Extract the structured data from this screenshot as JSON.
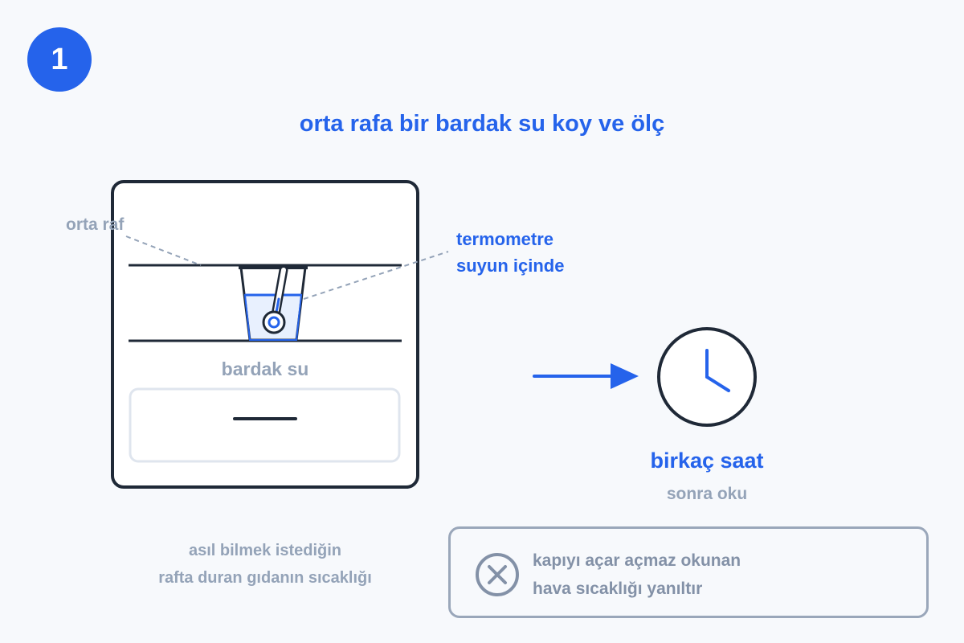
{
  "step": {
    "number": "1"
  },
  "title": "orta rafa bir bardak su koy ve ölç",
  "fridge": {
    "shelf_label": "orta raf",
    "thermometer_label_line1": "termometre",
    "thermometer_label_line2": "suyun içinde",
    "cup_label": "bardak su"
  },
  "timer": {
    "duration_label": "birkaç saat",
    "action_label": "sonra oku"
  },
  "note": {
    "line1": "asıl bilmek istediğin",
    "line2": "rafta duran gıdanın sıcaklığı"
  },
  "warning": {
    "line1": "kapıyı açar açmaz okunan",
    "line2": "hava sıcaklığı yanıltır"
  },
  "icons": {
    "step": "step-number-badge",
    "thermometer": "thermometer-icon",
    "clock": "clock-icon",
    "arrow": "arrow-right-icon",
    "warning": "close-circle-icon"
  },
  "colors": {
    "accent": "#2563eb",
    "outline": "#1f2937",
    "muted": "#94a3b8",
    "water": "#e8f0fe",
    "background": "#f7f9fc"
  }
}
